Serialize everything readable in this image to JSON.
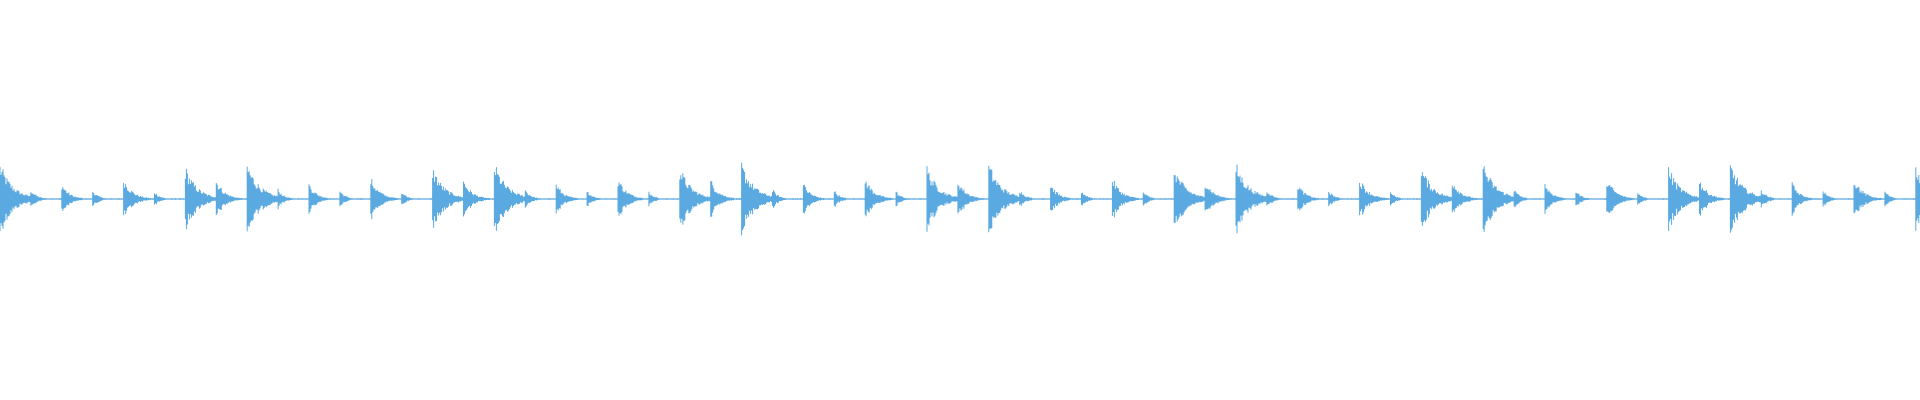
{
  "waveform": {
    "color": "#5aa9e0",
    "background": "#ffffff",
    "pattern_period_beats": 8,
    "beats_shown": 63,
    "beat_intensities": [
      1.0,
      0.28,
      0.45,
      0.25,
      0.6,
      0.22,
      0.9,
      0.55
    ]
  }
}
